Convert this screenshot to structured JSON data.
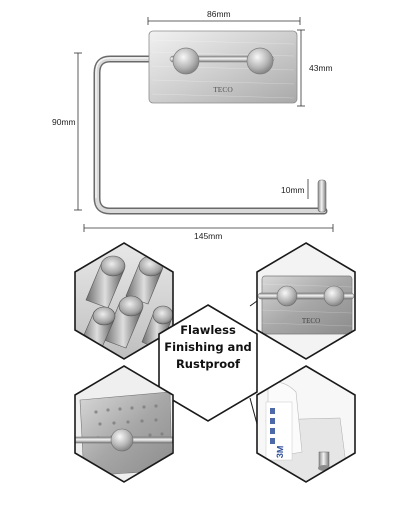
{
  "product": {
    "brand": "TECO",
    "dimensions": {
      "width_top": "86mm",
      "height_right": "43mm",
      "height_left": "90mm",
      "bottom_length": "145mm",
      "tip_length": "10mm"
    }
  },
  "feature_text": {
    "line1": "Flawless",
    "line2": "Finishing and",
    "line3": "Rustproof"
  },
  "closeup_brand": "TECO",
  "sticker_label": "3M",
  "colors": {
    "steel_light": "#e6e6e6",
    "steel_mid": "#b9b9b9",
    "steel_dark": "#6f6f6f",
    "hex_border": "#1a1a1a"
  }
}
